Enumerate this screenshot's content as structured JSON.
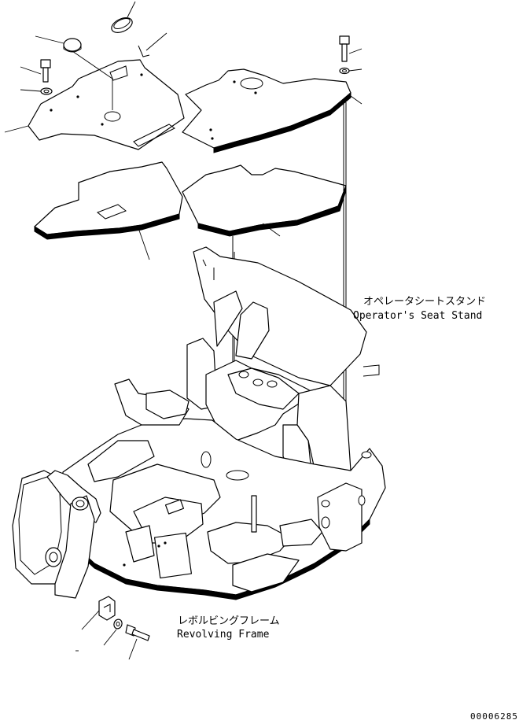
{
  "labels": {
    "seat_stand_jp": "オペレータシートスタンド",
    "seat_stand_en": "Operator's Seat Stand",
    "revolving_frame_jp": "レボルビングフレーム",
    "revolving_frame_en": "Revolving Frame"
  },
  "drawing_number": "00006285"
}
